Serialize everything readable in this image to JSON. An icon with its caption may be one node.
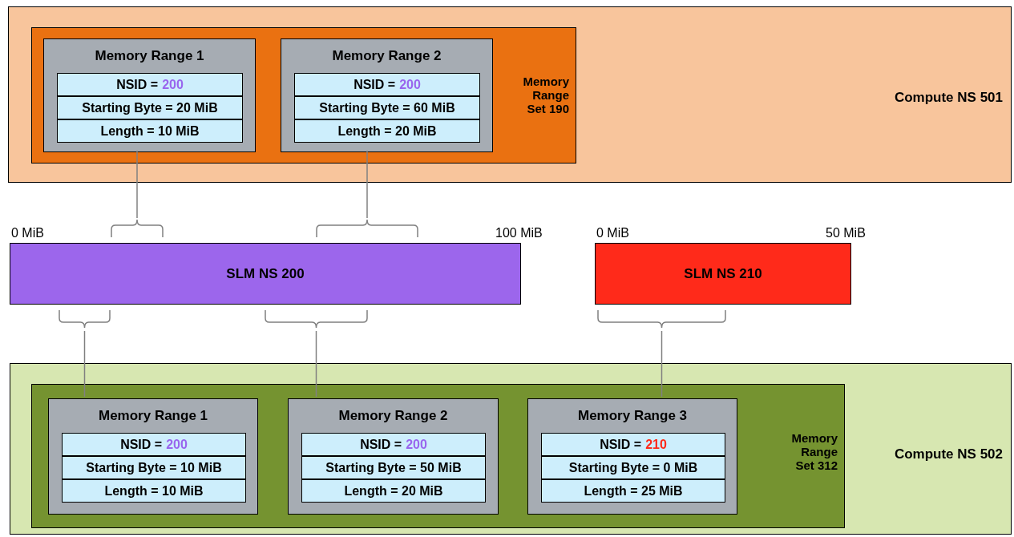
{
  "diagram": {
    "nodes": [
      {
        "text": [
          "Compute NS 501"
        ]
      },
      {
        "text": [
          "Memory Range Set 190"
        ],
        "in": 0
      },
      {
        "text": [
          "Memory Range 1"
        ],
        "in": 1
      },
      {
        "text": [
          "NSID =",
          "200"
        ],
        "in": 2
      },
      {
        "text": [
          "Starting Byte = 20 MiB"
        ],
        "in": 2
      },
      {
        "text": [
          "Length = 10 MiB"
        ],
        "in": 2
      },
      {
        "text": [
          "Memory Range 2"
        ],
        "in": 1
      },
      {
        "text": [
          "NSID =",
          "200"
        ],
        "in": 6
      },
      {
        "text": [
          "Starting Byte = 60 MiB"
        ],
        "in": 6
      },
      {
        "text": [
          "Length = 20 MiB"
        ],
        "in": 6
      },
      {
        "text": [],
        "shape": "bracket"
      },
      {
        "text": [],
        "shape": "bracket"
      },
      {
        "text": [
          "SLM NS 200"
        ],
        "beside": [
          "0 MiB",
          "100 MiB"
        ]
      },
      {
        "text": [
          "SLM NS 210"
        ],
        "beside": [
          "0 MiB",
          "50 MiB"
        ]
      },
      {
        "text": [],
        "shape": "bracket"
      },
      {
        "text": [],
        "shape": "bracket"
      },
      {
        "text": [],
        "shape": "bracket"
      },
      {
        "text": [
          "Compute NS 502"
        ]
      },
      {
        "text": [
          "Memory Range Set 312"
        ],
        "in": 17
      },
      {
        "text": [
          "Memory Range 1"
        ],
        "in": 18
      },
      {
        "text": [
          "NSID =",
          "200"
        ],
        "in": 19
      },
      {
        "text": [
          "Starting Byte = 10 MiB"
        ],
        "in": 19
      },
      {
        "text": [
          "Length = 10 MiB"
        ],
        "in": 19
      },
      {
        "text": [
          "Memory Range 2"
        ],
        "in": 18
      },
      {
        "text": [
          "NSID =",
          "200"
        ],
        "in": 23
      },
      {
        "text": [
          "Starting Byte = 50 MiB"
        ],
        "in": 23
      },
      {
        "text": [
          "Length = 20 MiB"
        ],
        "in": 23
      },
      {
        "text": [
          "Memory Range 3"
        ],
        "in": 18
      },
      {
        "text": [
          "NSID =",
          "210"
        ],
        "in": 27
      },
      {
        "text": [
          "Starting Byte = 0 MiB"
        ],
        "in": 27
      },
      {
        "text": [
          "Length = 25 MiB"
        ],
        "in": 27
      }
    ],
    "edges": [
      {
        "from": 2,
        "to": 10,
        "arrow": "none"
      },
      {
        "from": 6,
        "to": 11,
        "arrow": "none"
      },
      {
        "from": 14,
        "to": 19,
        "arrow": "none"
      },
      {
        "from": 15,
        "to": 23,
        "arrow": "none"
      },
      {
        "from": 16,
        "to": 27,
        "arrow": "none"
      }
    ]
  }
}
